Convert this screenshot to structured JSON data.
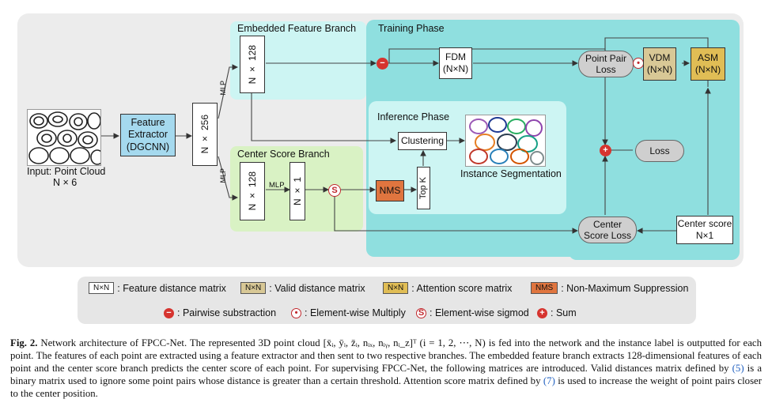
{
  "figure": {
    "input_label": "Input: Point Cloud",
    "input_dims": "N × 6",
    "extractor_label": "Feature Extractor (DGCNN)",
    "n256": "N × 256",
    "mlp": "MLP",
    "embedded_branch_title": "Embedded Feature Branch",
    "n128_top": "N × 128",
    "center_branch_title": "Center Score Branch",
    "n128_bottom": "N × 128",
    "n1": "N × 1",
    "training_title": "Training Phase",
    "fdm_label": "FDM",
    "fdm_dims": "(N×N)",
    "point_pair_loss": "Point Pair Loss",
    "vdm_label": "VDM",
    "vdm_dims": "(N×N)",
    "asm_label": "ASM",
    "asm_dims": "(N×N)",
    "loss": "Loss",
    "inference_title": "Inference Phase",
    "clustering": "Clustering",
    "instance_seg": "Instance Segmentation",
    "nms": "NMS",
    "topk": "Top K",
    "center_score_loss": "Center Score Loss",
    "center_score_box": "Center score",
    "center_score_dims": "N×1"
  },
  "legend": {
    "row1": [
      {
        "swatch": "N×N",
        "text": ": Feature distance matrix"
      },
      {
        "swatch": "N×N",
        "text": ": Valid distance matrix"
      },
      {
        "swatch": "N×N",
        "text": ": Attention score matrix"
      },
      {
        "swatch": "NMS",
        "text": ": Non-Maximum Suppression"
      }
    ],
    "row2": [
      {
        "symbol": "−",
        "text": ": Pairwise substraction"
      },
      {
        "symbol": "•",
        "text": ": Element-wise Multiply"
      },
      {
        "symbol": "S",
        "text": ": Element-wise sigmod"
      },
      {
        "symbol": "+",
        "text": ": Sum"
      }
    ]
  },
  "caption": {
    "label": "Fig. 2.",
    "part1": " Network architecture of FPCC-Net. The represented 3D point cloud [x̄ᵢ, ȳᵢ, z̄ᵢ, nᵢₓ, nᵢᵧ, nᵢ_z]ᵀ (i = 1, 2, ⋯, N) is fed into the network and the instance label is outputted for each point. The features of each point are extracted using a feature extractor and then sent to two respective branches. The embedded feature branch extracts 128-dimensional features of each point and the center score branch predicts the center score of each point. For supervising FPCC-Net, the following matrices are introduced. Valid distances matrix defined by ",
    "ref1": "(5)",
    "part2": " is a binary matrix used to ignore some point pairs whose distance is greater than a certain threshold. Attention score matrix defined by ",
    "ref2": "(7)",
    "part3": " is used to increase the weight of point pairs closer to the center position."
  },
  "colors": {
    "outer_bg": "#ececec",
    "teal": "#8fdfdf",
    "light_teal": "#cdf5f3",
    "green": "#d9f2c4",
    "extractor": "#a5d9ee",
    "vdm": "#d8c896",
    "asm": "#e0bd55",
    "nms": "#e0753f",
    "red": "#d6342f"
  }
}
